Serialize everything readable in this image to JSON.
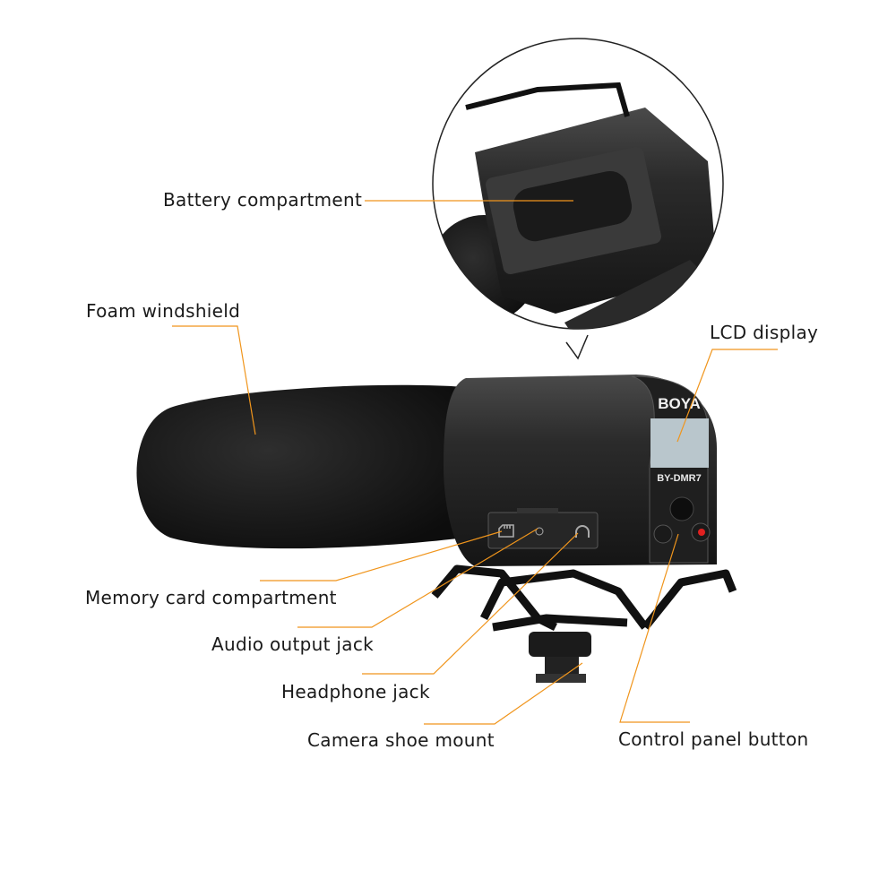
{
  "product": {
    "brand": "BOYA",
    "model": "BY-DMR7"
  },
  "labels": {
    "battery": "Battery compartment",
    "foam": "Foam windshield",
    "lcd": "LCD display",
    "memory": "Memory card compartment",
    "audio_out": "Audio output jack",
    "headphone": "Headphone jack",
    "shoe": "Camera shoe mount",
    "control": "Control panel button"
  },
  "colors": {
    "leader": "#f0951c",
    "body": "#2a2a2a",
    "lcd": "#b9c6cc"
  }
}
